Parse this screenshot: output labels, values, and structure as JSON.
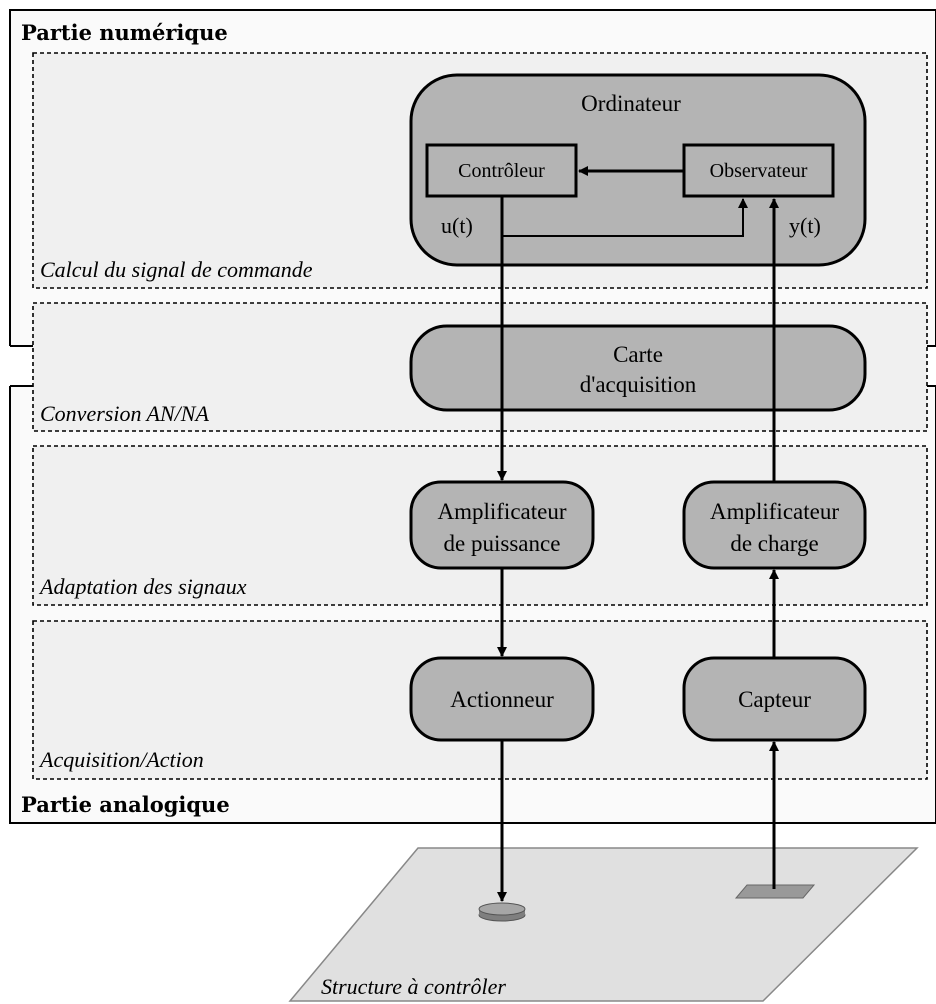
{
  "sections": {
    "digital_title": "Partie numérique",
    "analog_title": "Partie analogique"
  },
  "layers": {
    "calcul": "Calcul du signal de commande",
    "conversion": "Conversion AN/NA",
    "adaptation": "Adaptation des signaux",
    "acquisition": "Acquisition/Action"
  },
  "blocks": {
    "ordinateur": "Ordinateur",
    "controleur": "Contrôleur",
    "observateur": "Observateur",
    "carte_line1": "Carte",
    "carte_line2": "d'acquisition",
    "amp_puissance_line1": "Amplificateur",
    "amp_puissance_line2": "de puissance",
    "amp_charge_line1": "Amplificateur",
    "amp_charge_line2": "de charge",
    "actionneur": "Actionneur",
    "capteur": "Capteur"
  },
  "signals": {
    "u": "u(t)",
    "y": "y(t)"
  },
  "structure": {
    "label": "Structure à contrôler"
  },
  "colors": {
    "block_fill": "#b4b4b4",
    "layer_fill": "#f0f0f0",
    "panel_fill": "#fafafa",
    "plate_fill": "#e0e0e0",
    "line": "#000000"
  }
}
